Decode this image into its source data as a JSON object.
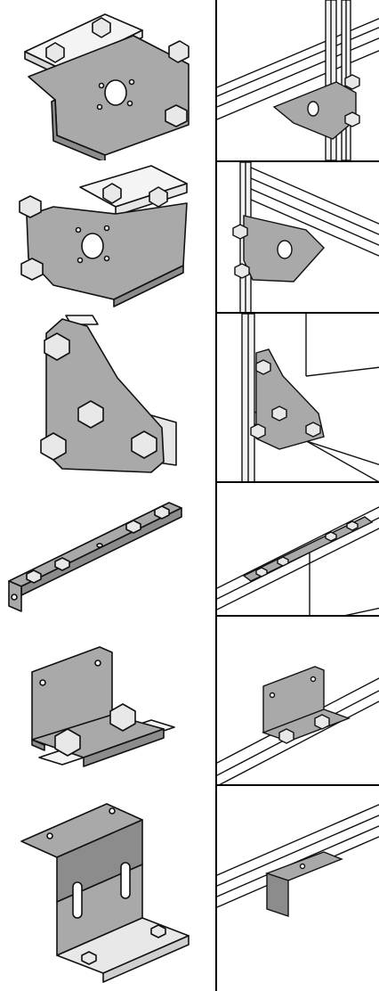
{
  "figure": {
    "rows": [
      {
        "id": "row-1",
        "part": "motor-mount-plate",
        "scene": "motor-mount-on-vertical-frame"
      },
      {
        "id": "row-2",
        "part": "motor-mount-plate-mirrored",
        "scene": "motor-mount-on-profile-corner"
      },
      {
        "id": "row-3",
        "part": "triangular-corner-plate",
        "scene": "triangular-plate-joining-frame"
      },
      {
        "id": "row-4",
        "part": "straight-joint-strip",
        "scene": "joint-strip-on-profile"
      },
      {
        "id": "row-5",
        "part": "angle-bracket",
        "scene": "angle-bracket-on-profile"
      },
      {
        "id": "row-6",
        "part": "z-bracket-slotted",
        "scene": "z-bracket-under-profile"
      }
    ]
  },
  "colors": {
    "line": "#111111",
    "plate": "#a9a9a9",
    "plate_dark": "#8c8c8c",
    "nut": "#e8e8e8",
    "profile": "#f2f2f2"
  }
}
